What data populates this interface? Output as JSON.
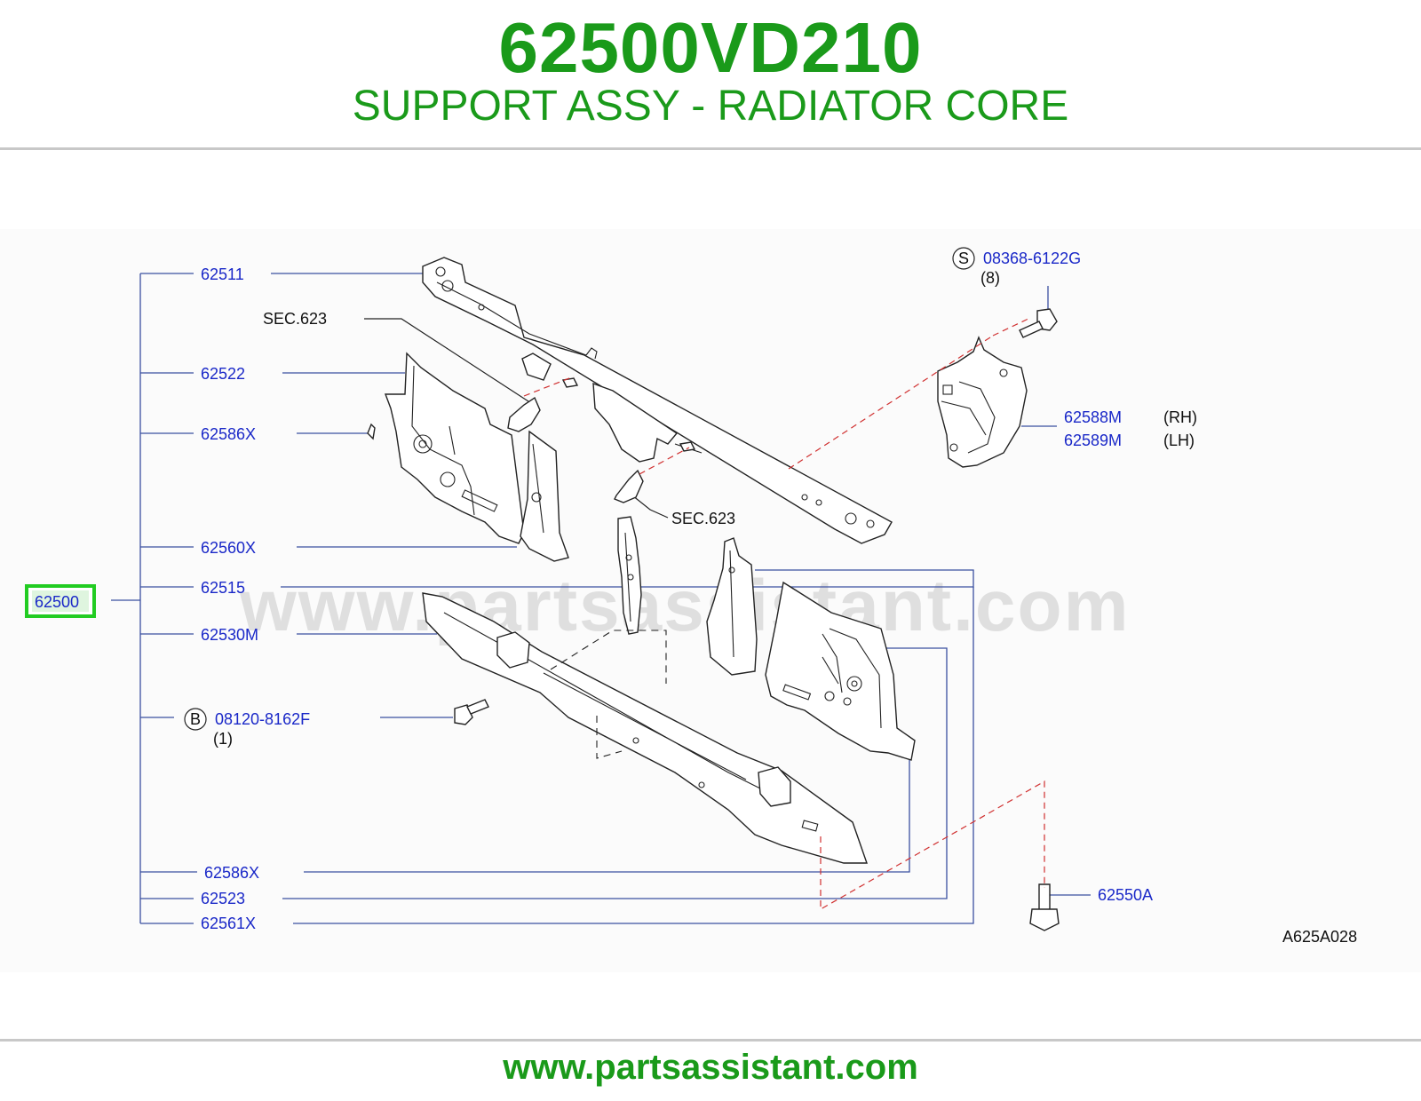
{
  "header": {
    "part_number": "62500VD210",
    "description": "SUPPORT ASSY - RADIATOR CORE"
  },
  "diagram": {
    "main_part": "62500",
    "watermark": "www.partsassistant.com",
    "code": "A625A028",
    "labels": {
      "p62511": "62511",
      "sec623_a": "SEC.623",
      "p62522": "62522",
      "p62586x_a": "62586X",
      "p62560x": "62560X",
      "p62515": "62515",
      "p62530m": "62530M",
      "b_marker": "B",
      "p08120": "08120-8162F",
      "qty1": "(1)",
      "p62586x_b": "62586X",
      "p62523": "62523",
      "p62561x": "62561X",
      "s_marker": "S",
      "p08368": "08368-6122G",
      "qty8": "(8)",
      "p62588m": "62588M",
      "rh": "(RH)",
      "p62589m": "62589M",
      "lh": "(LH)",
      "sec623_b": "SEC.623",
      "p62550a": "62550A"
    },
    "colors": {
      "label_blue": "#1a28c8",
      "title_green": "#1a9a1a",
      "highlight_green": "#22cc22",
      "dashed_red": "#d03030"
    }
  },
  "footer": {
    "url": "www.partsassistant.com"
  }
}
